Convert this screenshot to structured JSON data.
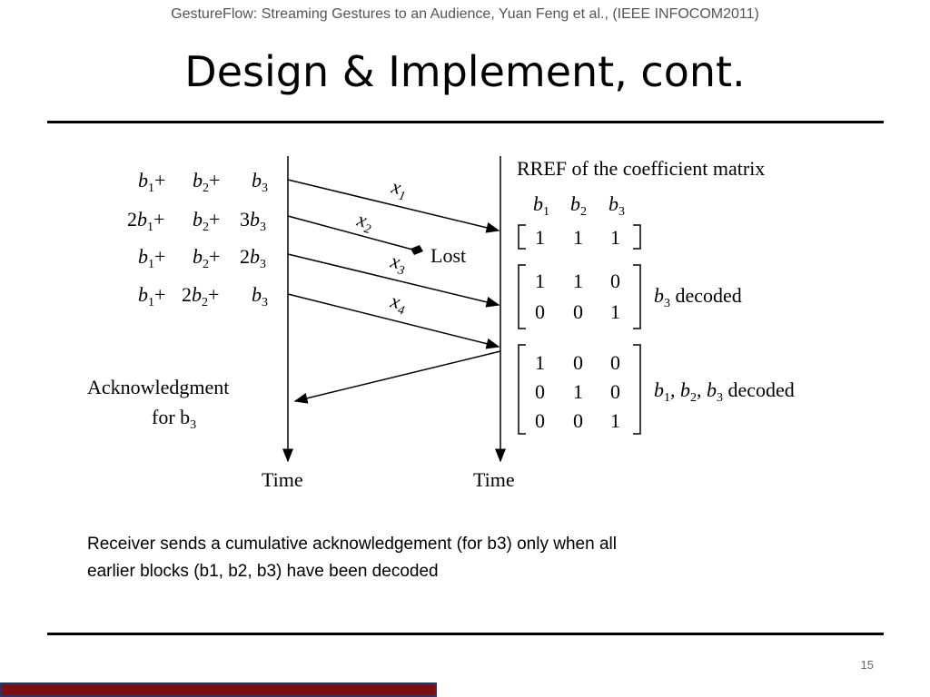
{
  "slide": {
    "header": "GestureFlow: Streaming Gestures to an Audience, Yuan Feng et al., (IEEE INFOCOM2011)",
    "title": "Design & Implement, cont.",
    "caption_line1": "Receiver sends a cumulative acknowledgement (for b3) only when all",
    "caption_line2": "earlier blocks (b1, b2, b3) have been decoded",
    "page_number": "15",
    "footer_bar_color": "#7b0f14"
  },
  "diagram": {
    "sender_blocks": [
      {
        "c1": "",
        "c2": "",
        "c3": ""
      },
      {
        "c1": "2",
        "c2": "",
        "c3": "3"
      },
      {
        "c1": "",
        "c2": "",
        "c3": "2"
      },
      {
        "c1": "",
        "c2": "2",
        "c3": ""
      }
    ],
    "packets": [
      "x",
      "x",
      "x",
      "x"
    ],
    "packet_subs": [
      "1",
      "2",
      "3",
      "4"
    ],
    "lost_label": "Lost",
    "ack_label_line1": "Acknowledgment",
    "ack_label_line2": "for b",
    "ack_sub": "3",
    "time_left": "Time",
    "time_right": "Time",
    "rref_title": "RREF of the coefficient matrix",
    "matrix_header": [
      "b",
      "b",
      "b"
    ],
    "matrix_header_subs": [
      "1",
      "2",
      "3"
    ],
    "matrices": [
      {
        "rows": [
          [
            "1",
            "1",
            "1"
          ]
        ],
        "label": ""
      },
      {
        "rows": [
          [
            "1",
            "1",
            "0"
          ],
          [
            "0",
            "0",
            "1"
          ]
        ],
        "label": " decoded"
      },
      {
        "rows": [
          [
            "1",
            "0",
            "0"
          ],
          [
            "0",
            "1",
            "0"
          ],
          [
            "0",
            "0",
            "1"
          ]
        ],
        "label": " decoded"
      }
    ],
    "decoded_label_1": {
      "var": "b",
      "sub": "3",
      "text": " decoded"
    },
    "decoded_label_2": {
      "text": " decoded"
    }
  }
}
